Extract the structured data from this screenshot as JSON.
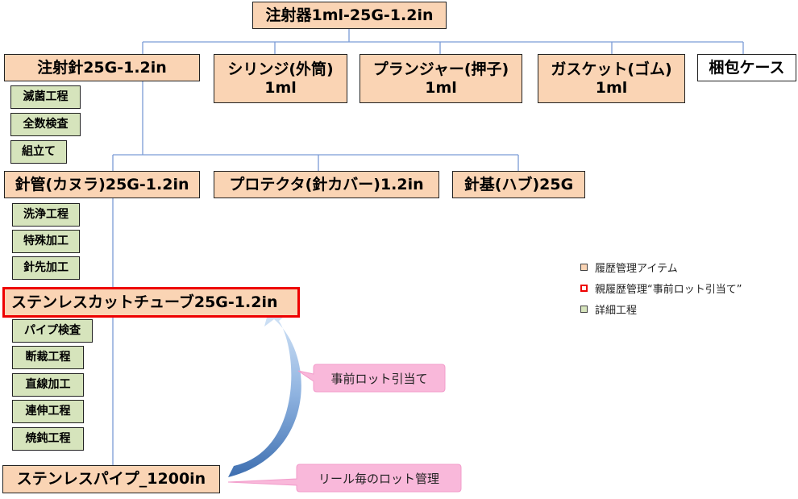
{
  "top": {
    "label": "注射器1ml-25G-1.2in"
  },
  "level1": {
    "needle": "注射針25G-1.2in",
    "syringe_l1": "シリンジ(外筒)",
    "syringe_l2": "1ml",
    "plunger_l1": "プランジャー(押子)",
    "plunger_l2": "1ml",
    "gasket_l1": "ガスケット(ゴム)",
    "gasket_l2": "1ml",
    "case": "梱包ケース"
  },
  "needle_processes": [
    "滅菌工程",
    "全数検査",
    "組立て"
  ],
  "level2": {
    "cannula": "針管(カヌラ)25G-1.2in",
    "protector": "プロテクタ(針カバー)1.2in",
    "hub": "針基(ハブ)25G"
  },
  "cannula_processes": [
    "洗浄工程",
    "特殊加工",
    "針先加工"
  ],
  "level3": {
    "cut_tube": "ステンレスカットチューブ25G-1.2in"
  },
  "tube_processes": [
    "パイプ検査",
    "断裁工程",
    "直線加工",
    "連伸工程",
    "焼鈍工程"
  ],
  "level4": {
    "pipe": "ステンレスパイプ_1200in"
  },
  "callouts": {
    "lot_assign": "事前ロット引当て",
    "reel_lot": "リール毎のロット管理"
  },
  "legend": {
    "history_item": "履歴管理アイテム",
    "parent_history": "親履歴管理“事前ロット引当て”",
    "detail_process": "詳細工程"
  },
  "colors": {
    "item_fill": "#fad4b4",
    "process_fill": "#d6e4bc",
    "highlight_border": "#ee0000",
    "connector": "#7b9cd6",
    "callout_fill": "#f9b8da",
    "arrow": "#8fb3e0"
  }
}
